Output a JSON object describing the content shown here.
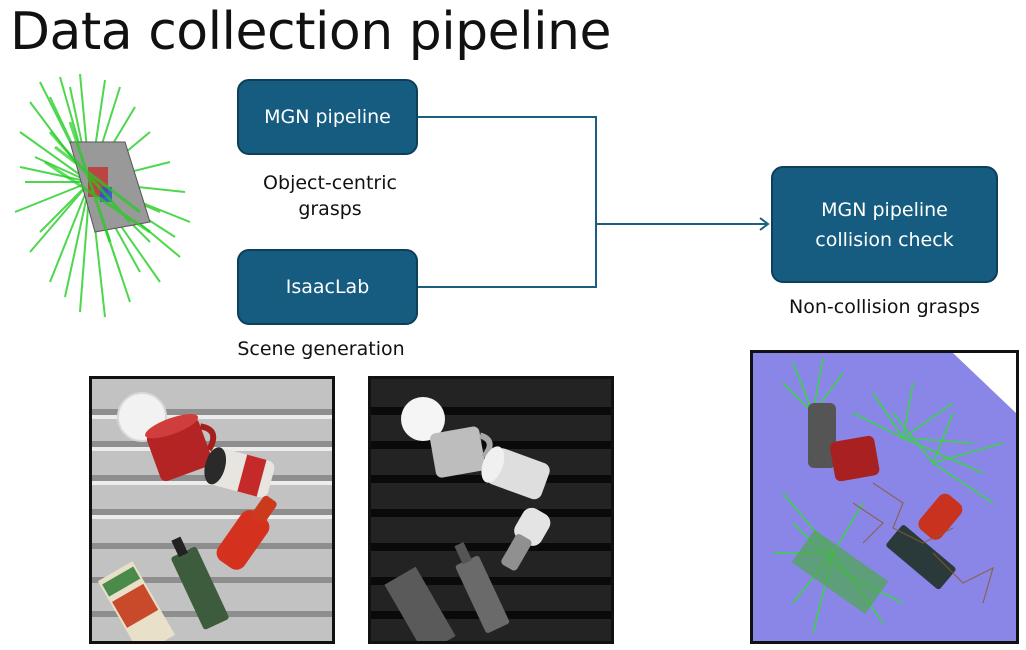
{
  "title": "Data collection pipeline",
  "nodes": {
    "mgn_pipeline": "MGN pipeline",
    "isaaclab": "IsaacLab",
    "collision_check_line1": "MGN pipeline",
    "collision_check_line2": "collision check"
  },
  "captions": {
    "object_centric_line1": "Object-centric",
    "object_centric_line2": "grasps",
    "scene_generation": "Scene generation",
    "non_collision": "Non-collision grasps"
  },
  "colors": {
    "node_fill": "#155c80",
    "connector": "#1d5e80",
    "grasp_green": "#33d633",
    "collision_bg": "#8a86e8"
  },
  "images": [
    "grasp-cloud-icon",
    "rgb-scene-image",
    "depth-scene-image",
    "collision-grasps-image"
  ]
}
